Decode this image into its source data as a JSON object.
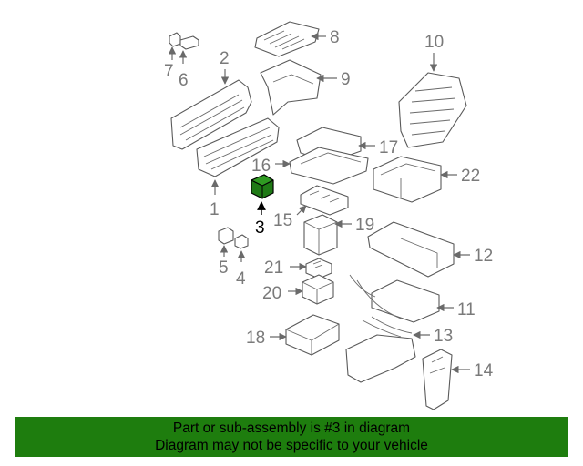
{
  "diagram": {
    "highlight_color": "#1e7d0e",
    "highlighted_part": "3",
    "callouts": {
      "c1": "1",
      "c2": "2",
      "c3": "3",
      "c4": "4",
      "c5": "5",
      "c6": "6",
      "c7": "7",
      "c8": "8",
      "c9": "9",
      "c10": "10",
      "c11": "11",
      "c12": "12",
      "c13": "13",
      "c14": "14",
      "c15": "15",
      "c16": "16",
      "c17": "17",
      "c18": "18",
      "c19": "19",
      "c20": "20",
      "c21": "21",
      "c22": "22"
    }
  },
  "footer": {
    "line1": "Part or sub-assembly is #3 in diagram",
    "line2": "Diagram may not be specific to your vehicle"
  }
}
